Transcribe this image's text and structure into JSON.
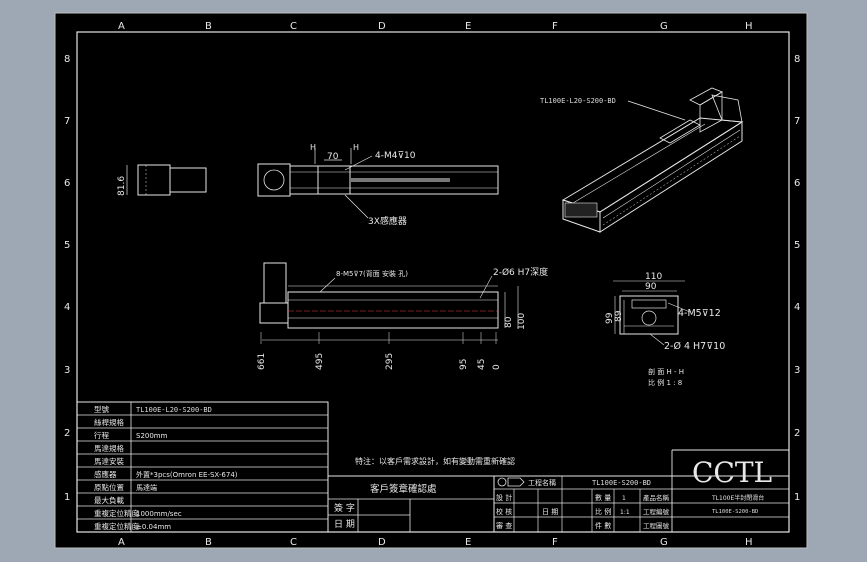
{
  "border": {
    "columns": [
      "A",
      "B",
      "C",
      "D",
      "E",
      "F",
      "G",
      "H"
    ],
    "rows": [
      "8",
      "7",
      "6",
      "5",
      "4",
      "3",
      "2",
      "1"
    ]
  },
  "callouts": {
    "model_iso": "TL100E-L20-S200-BD",
    "h_left": "H",
    "h_right": "H",
    "slider_width": "70",
    "tapped_holes": "4-M4⊽10",
    "sensor": "3X感應器",
    "side_height": "81.6"
  },
  "side_view": {
    "screw_note": "8-M5⊽7(背面 安裝 孔)",
    "pin_holes": "2-Ø6 H7深度",
    "dims_right": [
      "80",
      "100"
    ],
    "dims_bottom": [
      "661",
      "495",
      "295",
      "95",
      "45",
      "0"
    ]
  },
  "section_view": {
    "width_outer": "110",
    "width_inner": "90",
    "height_left_a": "99",
    "height_left_b": "89",
    "holes_m5": "4-M5⊽12",
    "pin_holes": "2-Ø 4 H7⊽10",
    "section_label": "剖 面 H - H",
    "scale_label": "比 例 1 : 8"
  },
  "spec_table": {
    "rows": [
      {
        "label": "型號",
        "value": "TL100E-L20-S200-BD"
      },
      {
        "label": "絲桿規格",
        "value": ""
      },
      {
        "label": "行程",
        "value": "S200mm"
      },
      {
        "label": "馬達規格",
        "value": ""
      },
      {
        "label": "馬達安裝",
        "value": ""
      },
      {
        "label": "感應器",
        "value": "外置*3pcs(Omron EE-SX-674)"
      },
      {
        "label": "原點位置",
        "value": "馬達端"
      },
      {
        "label": "最大負載",
        "value": ""
      },
      {
        "label": "重複定位精度",
        "value": "1000mm/sec"
      },
      {
        "label": "重複定位精度",
        "value": "±0.04mm"
      }
    ]
  },
  "note": "特注：以客戶需求設計，如有變動需重新確認",
  "customer_confirm": {
    "title": "客戶簽章確認處",
    "sign_label": "簽 字",
    "date_label": "日 期"
  },
  "title_block": {
    "project_label": "工程名稱",
    "drawing_no": "TL100E-S200-BD",
    "left_rows": [
      "設 計",
      "校 核",
      "審 查"
    ],
    "date_label": "日 期",
    "mid_rows": [
      "數 量",
      "比 例",
      "件 數"
    ],
    "qty_value": "1",
    "scale_value": "1:1",
    "right_rows": [
      "產品名稱",
      "工程編號",
      "工程圖號"
    ],
    "product_name": "TL100E半封閉滑台",
    "product_code": "TL100E-S200-BD",
    "logo": "CCTL"
  }
}
